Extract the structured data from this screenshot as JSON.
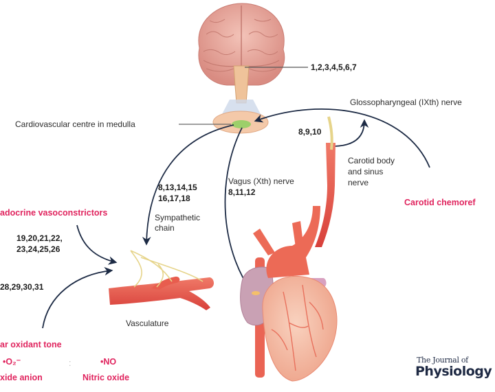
{
  "figure": {
    "organs": {
      "brain": "brain",
      "medulla": "Cardiovascular centre in medulla",
      "heart": "heart",
      "vasculature": "Vasculature",
      "carotid": "carotid body"
    },
    "labels": {
      "brain_refs": "1,2,3,4,5,6,7",
      "medulla": "Cardiovascular centre in medulla",
      "glossopharyngeal": "Glossopharyngeal (IXth) nerve",
      "carotid_refs": "8,9,10",
      "carotid_body_line1": "Carotid body",
      "carotid_body_line2": "and sinus",
      "carotid_body_line3": "nerve",
      "vagus": "Vagus (Xth) nerve",
      "vagus_refs": "8,11,12",
      "sympathetic_refs_line1": "8,13,14,15",
      "sympathetic_refs_line2": "16,17,18",
      "sympathetic_line1": "Sympathetic",
      "sympathetic_line2": "chain",
      "vasculature": "Vasculature",
      "vasoconstrictor_refs_line1": "19,20,21,22,",
      "vasoconstrictor_refs_line2": "23,24,25,26",
      "oxidant_refs": "28,29,30,31"
    },
    "red_labels": {
      "neuroendocrine": "adocrine vasoconstrictors",
      "carotid_chemoreflex": "Carotid chemoref",
      "oxidant_tone": "ar oxidant tone",
      "superoxide_symbol": "•O₂⁻",
      "nitric_oxide_symbol": "•NO",
      "superoxide_name": "xide anion",
      "nitric_oxide_name": "Nitric oxide",
      "separator": ":"
    },
    "logo": {
      "line1": "The Journal of",
      "line2": "Physiology"
    },
    "colors": {
      "accent_red": "#e0245e",
      "arrow": "#1c2a44",
      "brain": "#e9a9a0",
      "vessel": "#e8574a",
      "nerve": "#e6d48a",
      "medulla_center": "#9ccf6a"
    }
  }
}
